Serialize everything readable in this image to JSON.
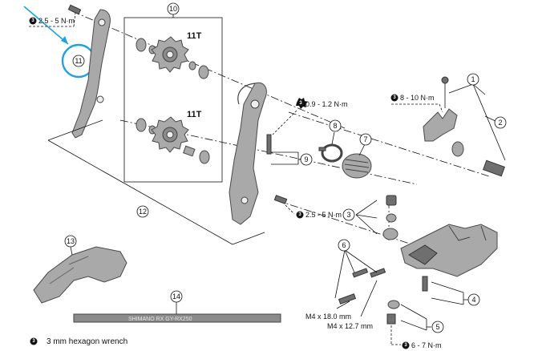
{
  "torque": {
    "top_left": "2.5 - 5 N·m",
    "upper_right": "8 - 10 N·m",
    "mid": "0.9 - 1.2 N·m",
    "lower_mid": "2.5 - 5 N·m",
    "bottom": "6 - 7 N·m"
  },
  "torque_key": "3",
  "pulley_labels": {
    "top": "11T",
    "bottom": "11T"
  },
  "bolt_sizes": {
    "long": "M4 x 18.0 mm",
    "short": "M4 x 12.7 mm"
  },
  "cable_print": "SHIMANO  RX  GY-RX250",
  "legend": {
    "key": "3",
    "text": "3 mm hexagon wrench"
  },
  "callouts": [
    "1",
    "2",
    "3",
    "4",
    "5",
    "6",
    "7",
    "8",
    "9",
    "10",
    "11",
    "12",
    "13",
    "14"
  ],
  "colors": {
    "highlight": "#1fa3e0",
    "part": "#a9a9a9",
    "line": "#111111"
  }
}
